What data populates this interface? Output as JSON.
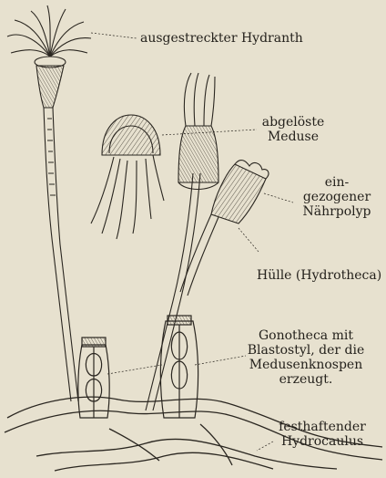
{
  "labels": {
    "hydranth": [
      "ausgestreckter Hydranth"
    ],
    "meduse": [
      "abgelöste",
      "Meduse"
    ],
    "naehrpolyp": [
      "ein-",
      "gezogener",
      "Nährpolyp"
    ],
    "huelle": [
      "Hülle (Hydrotheca)"
    ],
    "gonotheca": [
      "Gonotheca mit",
      "Blastostyl, der die",
      "Medusenknospen",
      "erzeugt."
    ],
    "hydrocaulus": [
      "festhaftender",
      "Hydrocaulus"
    ]
  },
  "colors": {
    "paper": "#e7e1cf",
    "ink": "#2a2620"
  }
}
